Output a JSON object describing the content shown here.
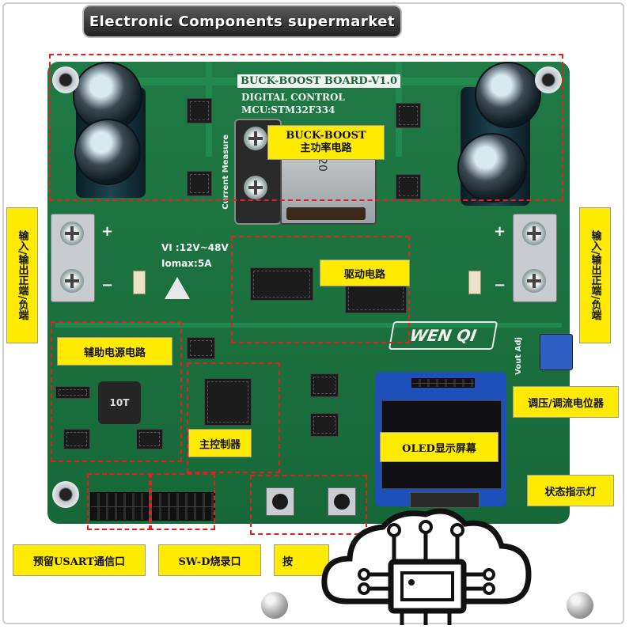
{
  "banner": "Electronic Components supermarket",
  "board": {
    "title": "BUCK-BOOST BOARD-V1.0",
    "line2": "DIGITAL CONTROL",
    "line3": "MCU:STM32F334",
    "current_measure": "Current Measure",
    "vi": "VI :12V~48V",
    "iomax": "Iomax:5A",
    "brand": "WEN QI",
    "vout_adj": "Vout Adj",
    "inductor_mark": "20",
    "inductor2_mark": "10T"
  },
  "callouts": {
    "main_power": "BUCK-BOOST\n主功率电路",
    "driver": "驱动电路",
    "aux_power": "辅助电源电路",
    "mcu": "主控制器",
    "oled": "OLED显示屏幕",
    "pot": "调压/调流电位器",
    "status_led": "状态指示灯",
    "io_left": "输入/输出正端/负端",
    "io_right": "输入/输出正端/负端",
    "usart": "预留USART通信口",
    "swd": "SW-D烧录口",
    "keys": "按"
  },
  "colors": {
    "pcb": "#1f7a45",
    "label": "#ffea00",
    "dash": "#e32020"
  }
}
